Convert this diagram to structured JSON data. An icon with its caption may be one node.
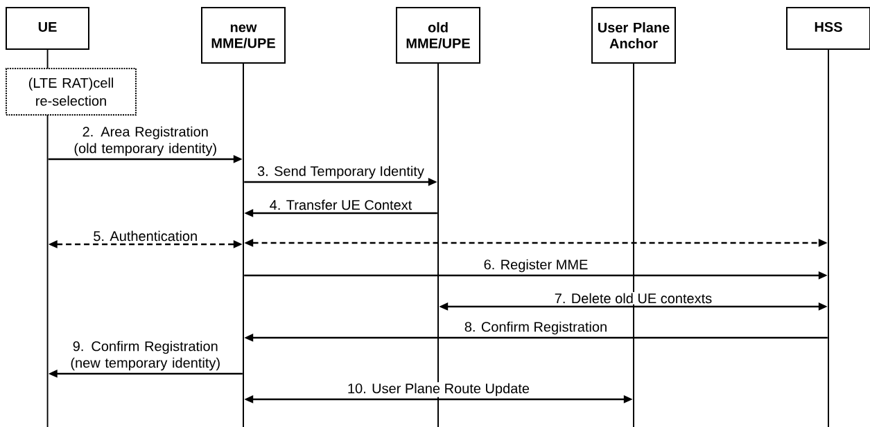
{
  "diagram": {
    "nodes": [
      {
        "text": [
          "UE"
        ]
      },
      {
        "text": [
          "new MME/UPE"
        ]
      },
      {
        "text": [
          "old MME/UPE"
        ]
      },
      {
        "text": [
          "User Plane Anchor"
        ]
      },
      {
        "text": [
          "HSS"
        ]
      },
      {
        "text": [
          "(LTE RAT)cell re-selection"
        ]
      },
      {
        "text": [],
        "shape": "line"
      },
      {
        "text": [],
        "shape": "line"
      },
      {
        "text": [],
        "shape": "line"
      },
      {
        "text": [],
        "shape": "line"
      },
      {
        "text": [],
        "shape": "line"
      }
    ],
    "edges": [
      {
        "from": 6,
        "to": 7,
        "arrow": "to",
        "label": "2. Area Registration (old temporary identity)"
      },
      {
        "from": 7,
        "to": 8,
        "arrow": "to",
        "label": "3. Send Temporary Identity"
      },
      {
        "from": 8,
        "to": 7,
        "arrow": "to",
        "label": "4. Transfer UE Context"
      },
      {
        "from": 6,
        "to": 7,
        "arrow": "both",
        "style": "dashed",
        "label": "5. Authentication"
      },
      {
        "from": 7,
        "to": 10,
        "arrow": "both",
        "style": "dashed"
      },
      {
        "from": 7,
        "to": 10,
        "arrow": "to",
        "label": "6. Register MME"
      },
      {
        "from": 8,
        "to": 10,
        "arrow": "both",
        "label": "7. Delete old UE contexts"
      },
      {
        "from": 10,
        "to": 7,
        "arrow": "to",
        "label": "8. Confirm Registration"
      },
      {
        "from": 7,
        "to": 6,
        "arrow": "to",
        "label": "9. Confirm Registration (new temporary identity)"
      },
      {
        "from": 7,
        "to": 9,
        "arrow": "both",
        "label": "10. User Plane Route Update"
      }
    ]
  }
}
